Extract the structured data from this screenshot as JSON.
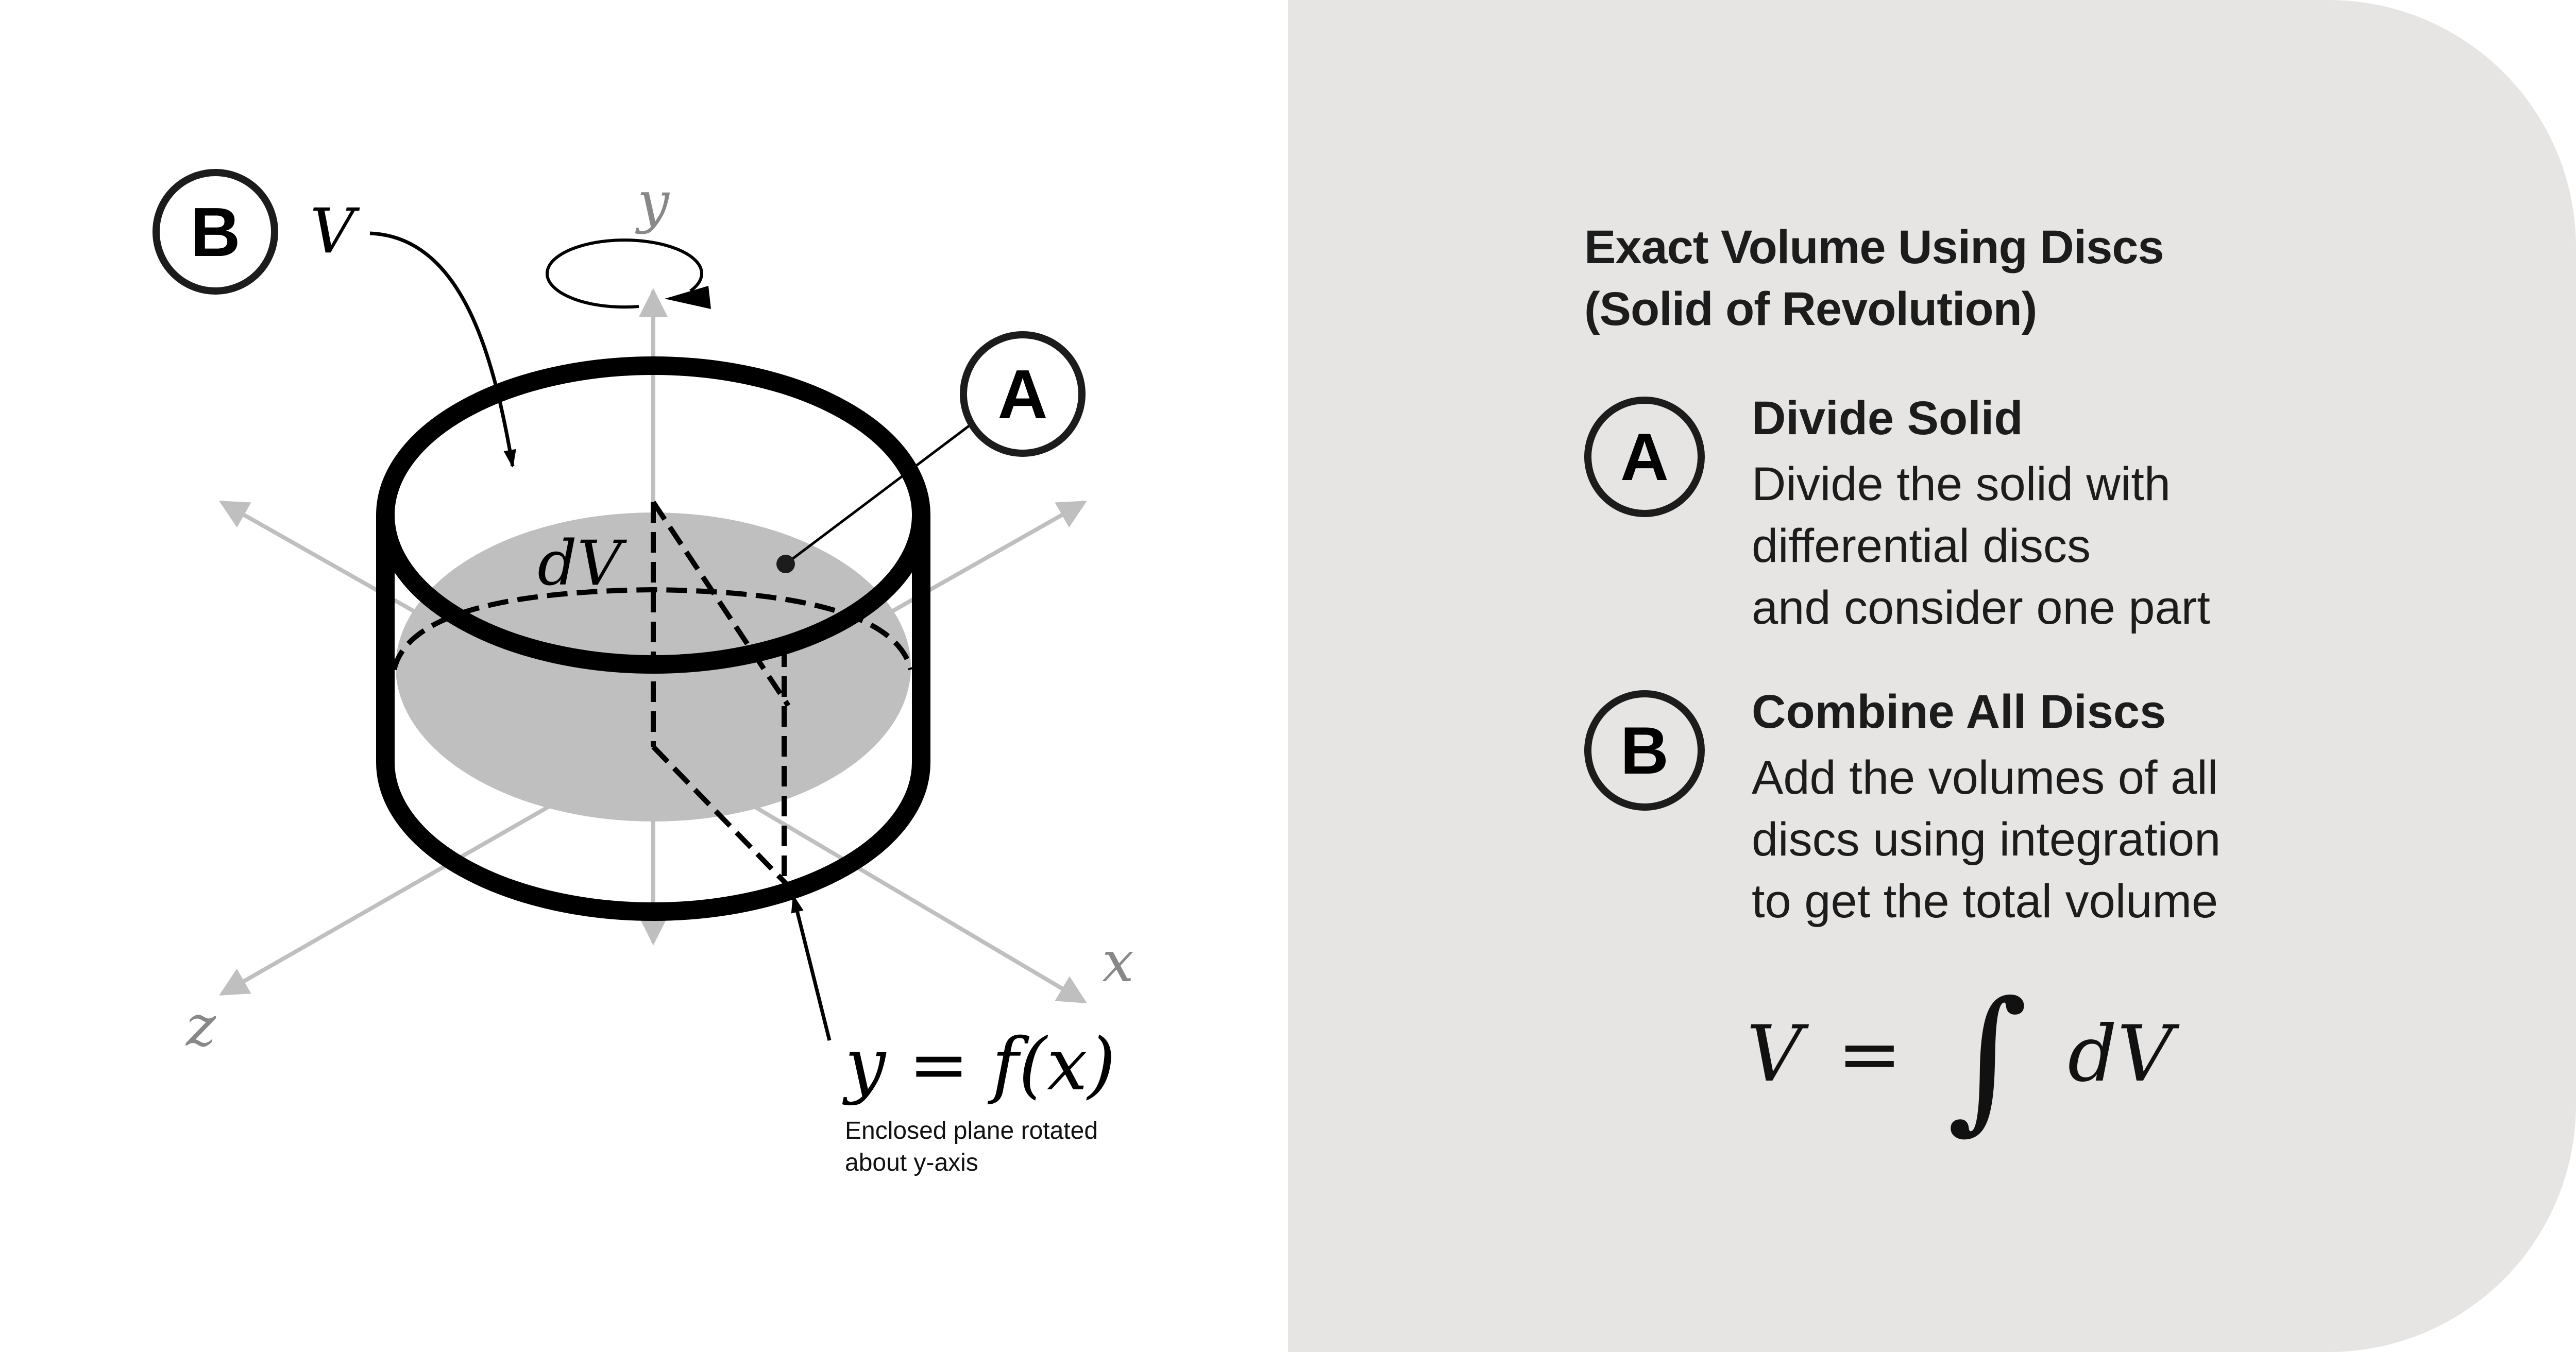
{
  "panel": {
    "title_line1": "Exact Volume Using Discs",
    "title_line2": "(Solid of Revolution)",
    "steps": [
      {
        "badge": "A",
        "heading": "Divide Solid",
        "body": "Divide the solid with\ndifferential discs\nand consider one part"
      },
      {
        "badge": "B",
        "heading": "Combine All Discs",
        "body": "Add the volumes of all\ndiscs using integration\nto get the total volume"
      }
    ],
    "formula": {
      "lhs": "V",
      "equals": "=",
      "integral": "∫",
      "rhs": "dV"
    }
  },
  "diagram": {
    "badge_a": "A",
    "badge_b": "B",
    "label_total_volume": "V",
    "label_disc_volume": "dV",
    "axis_x": "x",
    "axis_y": "y",
    "axis_z": "z",
    "function_label": "y = f(x)",
    "function_caption": "Enclosed plane rotated\nabout y-axis"
  },
  "colors": {
    "panel_bg": "#e6e5e3",
    "axis_gray": "#bfbfbf",
    "axis_label_gray": "#888888",
    "disc_fill": "#bfbfbf",
    "ink": "#000000",
    "text": "#1c1c1c"
  }
}
